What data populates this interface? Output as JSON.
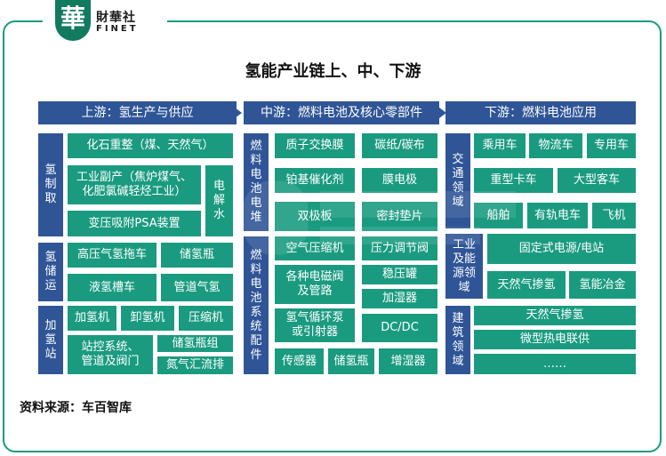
{
  "brand": {
    "mark": "華",
    "name_cn": "財華社",
    "name_en": "FINET"
  },
  "title": "氢能产业链上、中、下游",
  "headers": {
    "upstream": "上游：氢生产与供应",
    "midstream": "中游：燃料电池及核心零部件",
    "downstream": "下游：燃料电池应用"
  },
  "upstream": {
    "production": {
      "label": "氢\n制\n取",
      "items": [
        "化石重整（煤、天然气）",
        "工业副产（焦炉煤气、\n化肥氯碱轻烃工业）",
        "电\n解\n水",
        "变压吸附PSA装置"
      ]
    },
    "storage": {
      "label": "氢\n储\n运",
      "items": [
        "高压气氢拖车",
        "储氢瓶",
        "液氢槽车",
        "管道气氢"
      ]
    },
    "refuel": {
      "label": "加\n氢\n站",
      "items": [
        "加氢机",
        "卸氢机",
        "压缩机",
        "站控系统、\n管道及阀门",
        "储氢瓶组",
        "氮气汇流排"
      ]
    }
  },
  "midstream": {
    "stack": {
      "label": "燃\n料\n电\n池\n电\n堆",
      "items": [
        "质子交换膜",
        "碳纸/碳布",
        "铂基催化剂",
        "膜电极",
        "双极板",
        "密封垫片"
      ]
    },
    "system": {
      "label": "燃\n料\n电\n池\n系\n统\n配\n件",
      "items": [
        "空气压缩机",
        "压力调节阀",
        "各种电磁阀\n及管路",
        "稳压罐",
        "加湿器",
        "氢气循环泵\n或引射器",
        "DC/DC",
        "传感器",
        "储氢瓶",
        "增湿器"
      ]
    }
  },
  "downstream": {
    "transport": {
      "label": "交\n通\n领\n域",
      "items": [
        "乘用车",
        "物流车",
        "专用车",
        "重型卡车",
        "大型客车",
        "船舶",
        "有轨电车",
        "飞机"
      ]
    },
    "industry": {
      "label": "工业\n及能\n源领\n域",
      "items": [
        "固定式电源/电站",
        "天然气掺氢",
        "氢能冶金"
      ]
    },
    "building": {
      "label": "建\n筑\n领\n域",
      "items": [
        "天然气掺氢",
        "微型热电联供",
        "……"
      ]
    }
  },
  "source": "资料来源：车百智库",
  "colors": {
    "teal": "#1a9b80",
    "navy": "#2f5597",
    "brand_green": "#127a5f"
  }
}
